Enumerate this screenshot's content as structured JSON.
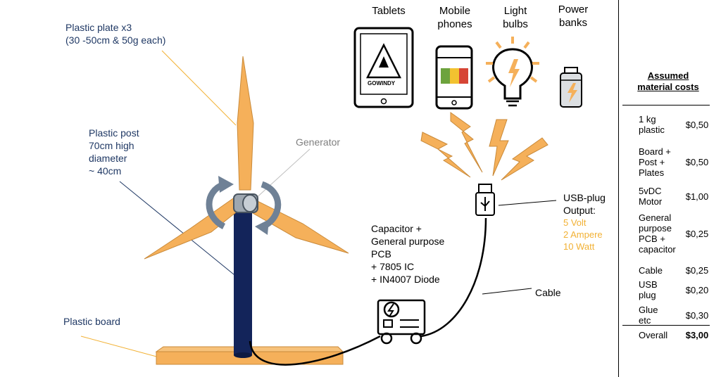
{
  "labels": {
    "plates_line1": "Plastic plate x3",
    "plates_line2": "(30 -50cm & 50g each)",
    "post_line1": "Plastic post",
    "post_line2": "70cm high",
    "post_line3": "diameter",
    "post_line4": "~ 40cm",
    "generator": "Generator",
    "board": "Plastic board",
    "pcb_line1": "Capacitor +",
    "pcb_line2": "General purpose",
    "pcb_line3": "PCB",
    "pcb_line4": "+ 7805 IC",
    "pcb_line5": "+ IN4007 Diode",
    "cable": "Cable",
    "usb_line1": "USB-plug",
    "usb_line2": "Output:",
    "usb_volt": "5 Volt",
    "usb_amp": "2 Ampere",
    "usb_watt": "10 Watt",
    "tablet_logo": "GOWINDY"
  },
  "devices": [
    {
      "line1": "Tablets",
      "line2": ""
    },
    {
      "line1": "Mobile",
      "line2": "phones"
    },
    {
      "line1": "Light",
      "line2": "bulbs"
    },
    {
      "line1": "Power",
      "line2": "banks"
    }
  ],
  "costs": {
    "title_line1": "Assumed",
    "title_line2": "material costs",
    "rows": [
      {
        "item_lines": [
          "1 kg",
          "plastic"
        ],
        "value": "$0,50"
      },
      {
        "item_lines": [
          "Board +",
          "Post +",
          "Plates"
        ],
        "value": "$0,50"
      },
      {
        "item_lines": [
          "5vDC",
          "Motor"
        ],
        "value": "$1,00"
      },
      {
        "item_lines": [
          "General",
          "purpose",
          "PCB +",
          "capacitor"
        ],
        "value": "$0,25"
      },
      {
        "item_lines": [
          "Cable"
        ],
        "value": "$0,25"
      },
      {
        "item_lines": [
          "USB",
          "plug"
        ],
        "value": "$0,20"
      },
      {
        "item_lines": [
          "Glue",
          "etc"
        ],
        "value": "$0,30"
      }
    ],
    "overall_label": "Overall",
    "overall_value": "$3,00"
  },
  "colors": {
    "blade": "#f5b05a",
    "blade_stroke": "#c98a3a",
    "post": "#13245a",
    "board": "#f5b05a",
    "arrow": "#6f8196",
    "lightning": "#f5b05a",
    "navy_text": "#1f3864",
    "accent_text": "#f2b134"
  }
}
